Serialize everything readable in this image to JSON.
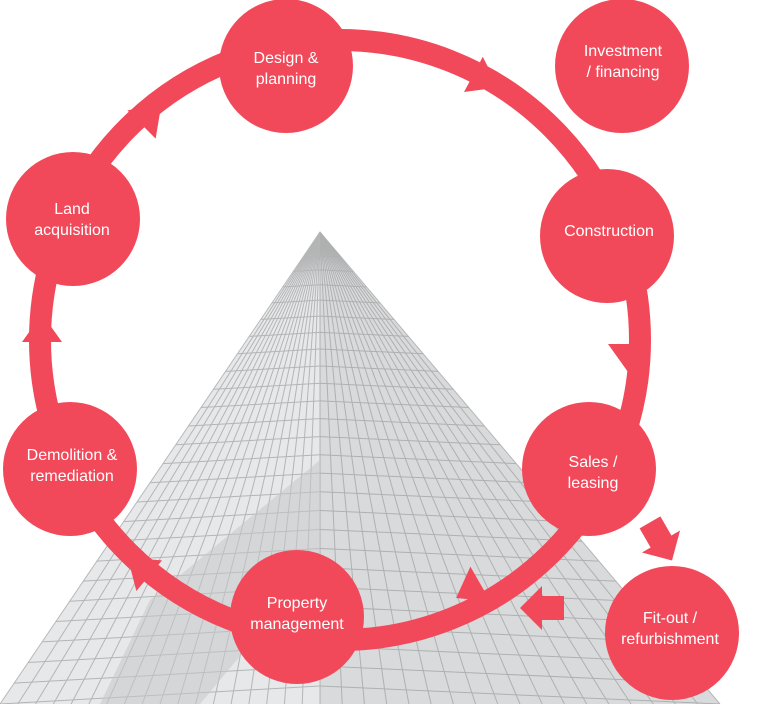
{
  "colors": {
    "accent": "#f2495a",
    "background": "#ffffff",
    "building_line": "#9a9a9a",
    "building_glass": "#d7d9db"
  },
  "cycle": {
    "nodes": [
      {
        "id": "design-planning",
        "lines": [
          "Design &",
          "planning"
        ]
      },
      {
        "id": "construction",
        "lines": [
          "Construction"
        ]
      },
      {
        "id": "sales-leasing",
        "lines": [
          "Sales /",
          "leasing"
        ]
      },
      {
        "id": "property-management",
        "lines": [
          "Property",
          "management"
        ]
      },
      {
        "id": "demolition-remediation",
        "lines": [
          "Demolition &",
          "remediation"
        ]
      },
      {
        "id": "land-acquisition",
        "lines": [
          "Land",
          "acquisition"
        ]
      }
    ]
  },
  "side_nodes": {
    "investment": {
      "lines": [
        "Investment",
        "/ financing"
      ]
    },
    "fitout": {
      "lines": [
        "Fit-out /",
        "refurbishment"
      ]
    }
  },
  "background_image": {
    "subject": "glass skyscraper viewed from below"
  }
}
